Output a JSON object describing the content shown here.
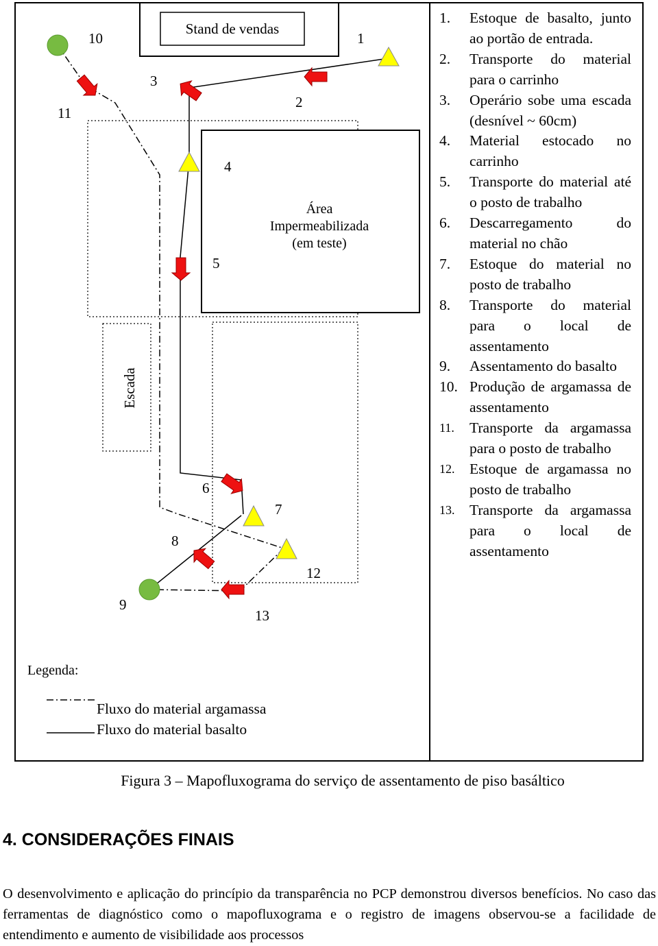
{
  "diagram": {
    "stand_label": "Stand de vendas",
    "area_label": [
      "Área",
      "Impermeabilizada",
      "(em teste)"
    ],
    "stair_label": "Escada",
    "legend_title": "Legenda:",
    "legend_items": [
      "Fluxo do material argamassa",
      "Fluxo do material basalto"
    ],
    "node_numbers": [
      "1",
      "2",
      "3",
      "4",
      "5",
      "6",
      "7",
      "8",
      "9",
      "10",
      "11",
      "12",
      "13"
    ],
    "symbol_colors": {
      "operation": "#77bb41",
      "transport": "#ee1111",
      "storage": "#ffff00"
    }
  },
  "steps": [
    {
      "num": "1.",
      "text": "Estoque de basalto, junto ao portão de entrada."
    },
    {
      "num": "2.",
      "text": "Transporte do material para o carrinho"
    },
    {
      "num": "3.",
      "text": "Operário sobe uma escada (desnível ~ 60cm)"
    },
    {
      "num": "4.",
      "text": "Material estocado no carrinho"
    },
    {
      "num": "5.",
      "text": "Transporte do material até o posto de trabalho"
    },
    {
      "num": "6.",
      "text": "Descarregamento do material no chão"
    },
    {
      "num": "7.",
      "text": "Estoque do material no posto de trabalho"
    },
    {
      "num": "8.",
      "text": "Transporte do material para o local de assentamento"
    },
    {
      "num": "9.",
      "text": "Assentamento do basalto"
    },
    {
      "num": "10.",
      "text": "Produção de argamassa de assentamento"
    },
    {
      "num": "11.",
      "text": "Transporte da argamassa para o posto de trabalho"
    },
    {
      "num": "12.",
      "text": "Estoque de argamassa no posto de trabalho"
    },
    {
      "num": "13.",
      "text": "Transporte da argamassa para o local de assentamento"
    }
  ],
  "caption": "Figura 3 – Mapofluxograma do serviço de assentamento de piso basáltico",
  "section_heading": "4. CONSIDERAÇÕES FINAIS",
  "body_text": "O desenvolvimento e aplicação do princípio da transparência no PCP demonstrou diversos benefícios. No caso das ferramentas de diagnóstico como o mapofluxograma e o registro de imagens observou-se a facilidade de entendimento e aumento de visibilidade aos processos"
}
